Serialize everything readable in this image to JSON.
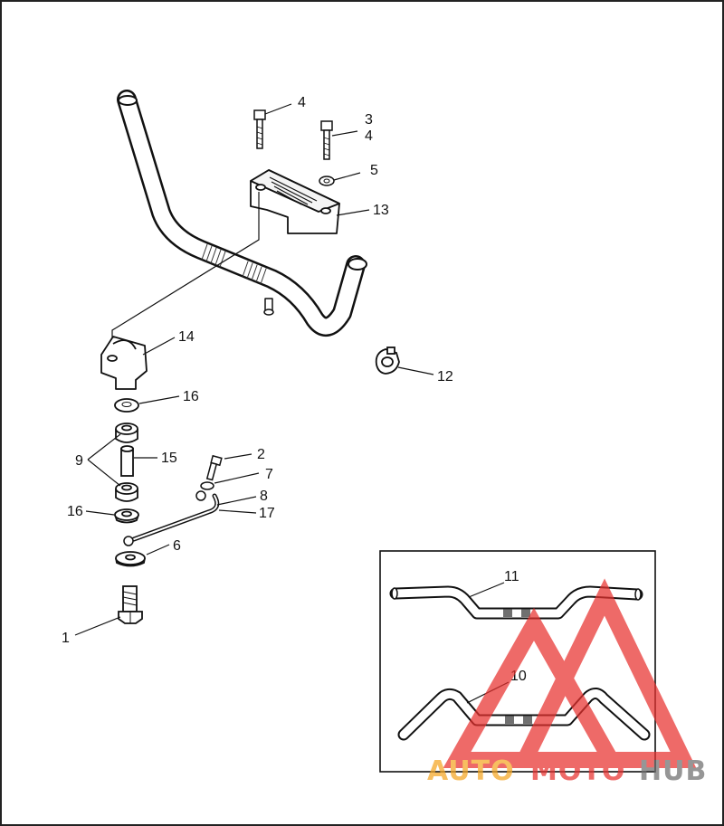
{
  "callouts": {
    "c1": "1",
    "c2": "2",
    "c3": "3",
    "c4a": "4",
    "c4b": "4",
    "c5": "5",
    "c6": "6",
    "c7": "7",
    "c8": "8",
    "c9": "9",
    "c10": "10",
    "c11": "11",
    "c12": "12",
    "c13": "13",
    "c14": "14",
    "c15": "15",
    "c16a": "16",
    "c16b": "16",
    "c17": "17"
  },
  "watermark": {
    "part1": "AUTO",
    "part2": "MOTO",
    "part3": "HUB",
    "colors": {
      "orange": "#f5a623",
      "red": "#e8312f",
      "gray": "#6e6e6e"
    }
  }
}
